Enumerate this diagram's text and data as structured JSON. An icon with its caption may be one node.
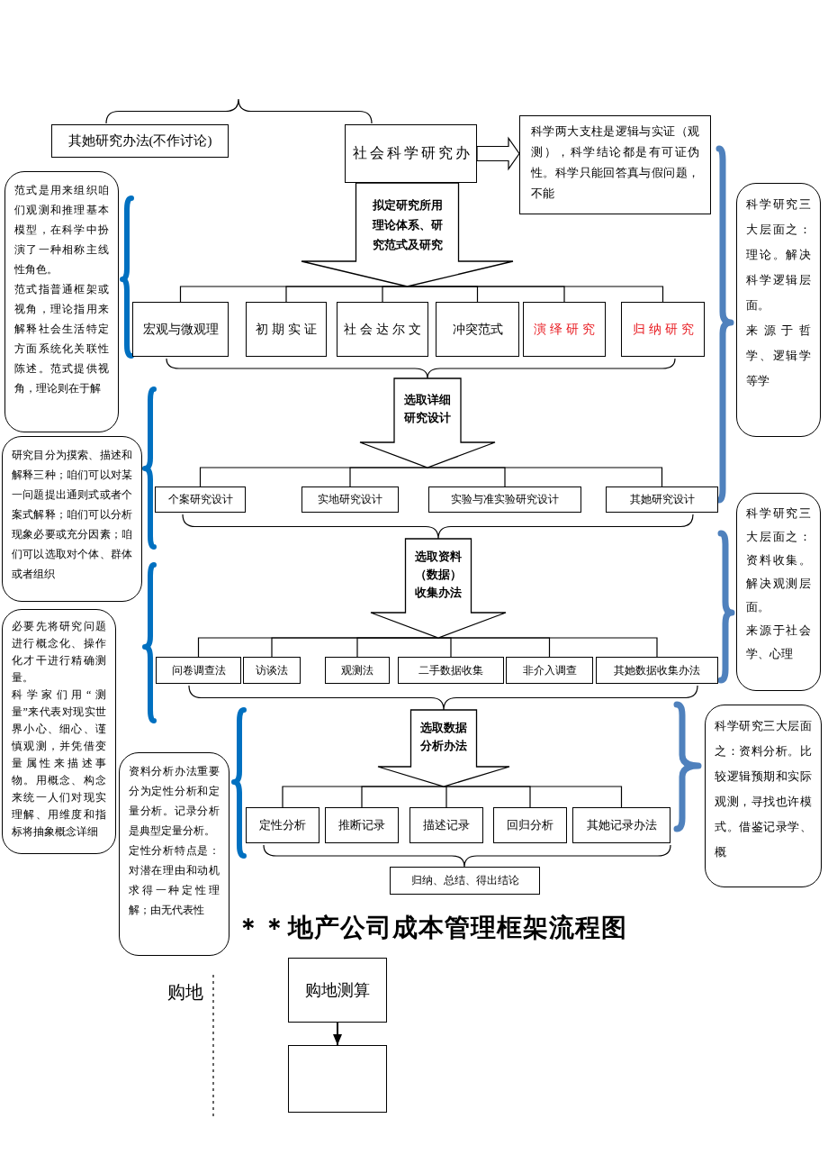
{
  "diagram": {
    "title": "＊＊地产公司成本管理框架流程图",
    "nodes": [
      {
        "text": [
          "其她研究办法(不作讨论)"
        ]
      },
      {
        "text": [
          "社会科学研究办"
        ]
      },
      {
        "text": [
          "科学两大支柱是逻辑与实证（观测），科学结论都是有可证伪性。科学只能回答真与假问题，不能"
        ]
      },
      {
        "text": [
          "范式是用来组织咱们观测和推理基本模型，在科学中扮演了一种相称主线性角色。",
          "范式指普通框架或视角，理论指用来解释社会生活特定方面系统化关联性陈述。范式提供视角，理论则在于解"
        ]
      },
      {
        "text": [
          "科学研究三大层面之：理论。解决科学逻辑层面。",
          "来源于哲学、逻辑学等学"
        ]
      },
      {
        "text": [
          "拟定研究所用理论体系、研究范式及研究"
        ]
      },
      {
        "text": [
          "宏观与微观理"
        ]
      },
      {
        "text": [
          "初期实证"
        ]
      },
      {
        "text": [
          "社会达尔文"
        ]
      },
      {
        "text": [
          "冲突范式"
        ]
      },
      {
        "text": [
          "演绎研究"
        ]
      },
      {
        "text": [
          "归纳研究"
        ]
      },
      {
        "text": [
          "研究目分为摸索、描述和解释三种；咱们可以对某一问题提出通则式或者个案式解释；咱们可以分析现象必要或充分因素；咱们可以选取对个体、群体或者组织"
        ]
      },
      {
        "text": [
          "选取详细研究设计"
        ]
      },
      {
        "text": [
          "个案研究设计"
        ]
      },
      {
        "text": [
          "实地研究设计"
        ]
      },
      {
        "text": [
          "实验与准实验研究设计"
        ]
      },
      {
        "text": [
          "其她研究设计"
        ]
      },
      {
        "text": [
          "必要先将研究问题进行概念化、操作化才干进行精确测量。",
          "科学家们用“测量”来代表对现实世界小心、细心、谨慎观测，并凭借变量属性来描述事物。用概念、构念来统一人们对现实理解、用维度和指标将抽象概念详细"
        ]
      },
      {
        "text": [
          "科学研究三大层面之：资料收集。解决观测层面。",
          "来源于社会学、心理"
        ]
      },
      {
        "text": [
          "选取资料（数据）收集办法"
        ]
      },
      {
        "text": [
          "问卷调查法"
        ]
      },
      {
        "text": [
          "访谈法"
        ]
      },
      {
        "text": [
          "观测法"
        ]
      },
      {
        "text": [
          "二手数据收集"
        ]
      },
      {
        "text": [
          "非介入调查"
        ]
      },
      {
        "text": [
          "其她数据收集办法"
        ]
      },
      {
        "text": [
          "科学研究三大层面之：资料分析。比较逻辑预期和实际观测，寻找也许模式。借鉴记录学、概"
        ]
      },
      {
        "text": [
          "资料分析办法重要分为定性分析和定量分析。记录分析是典型定量分析。",
          "定性分析特点是：对潜在理由和动机求得一种定性理解；由无代表性"
        ]
      },
      {
        "text": [
          "选取数据分析办法"
        ]
      },
      {
        "text": [
          "定性分析"
        ]
      },
      {
        "text": [
          "推断记录"
        ]
      },
      {
        "text": [
          "描述记录"
        ]
      },
      {
        "text": [
          "回归分析"
        ]
      },
      {
        "text": [
          "其她记录办法"
        ]
      },
      {
        "text": [
          "归纳、总结、得出结论"
        ]
      },
      {
        "text": [
          "购地测算"
        ]
      },
      {
        "text": [],
        "shape": "box"
      }
    ],
    "edges": [
      {
        "from": 1,
        "to": 2,
        "arrow": "to"
      },
      {
        "from": 5,
        "to": 6,
        "arrow": "none"
      },
      {
        "from": 5,
        "to": 7,
        "arrow": "none"
      },
      {
        "from": 5,
        "to": 8,
        "arrow": "none"
      },
      {
        "from": 5,
        "to": 9,
        "arrow": "none"
      },
      {
        "from": 5,
        "to": 10,
        "arrow": "none"
      },
      {
        "from": 5,
        "to": 11,
        "arrow": "none"
      },
      {
        "from": 13,
        "to": 14,
        "arrow": "none"
      },
      {
        "from": 13,
        "to": 15,
        "arrow": "none"
      },
      {
        "from": 13,
        "to": 16,
        "arrow": "none"
      },
      {
        "from": 13,
        "to": 17,
        "arrow": "none"
      },
      {
        "from": 20,
        "to": 21,
        "arrow": "none"
      },
      {
        "from": 20,
        "to": 22,
        "arrow": "none"
      },
      {
        "from": 20,
        "to": 23,
        "arrow": "none"
      },
      {
        "from": 20,
        "to": 24,
        "arrow": "none"
      },
      {
        "from": 20,
        "to": 25,
        "arrow": "none"
      },
      {
        "from": 20,
        "to": 26,
        "arrow": "none"
      },
      {
        "from": 29,
        "to": 30,
        "arrow": "none"
      },
      {
        "from": 29,
        "to": 31,
        "arrow": "none"
      },
      {
        "from": 29,
        "to": 32,
        "arrow": "none"
      },
      {
        "from": 29,
        "to": 33,
        "arrow": "none"
      },
      {
        "from": 29,
        "to": 34,
        "arrow": "none"
      },
      {
        "from": 36,
        "to": 37,
        "arrow": "to"
      }
    ],
    "labels": [
      "购地"
    ]
  }
}
